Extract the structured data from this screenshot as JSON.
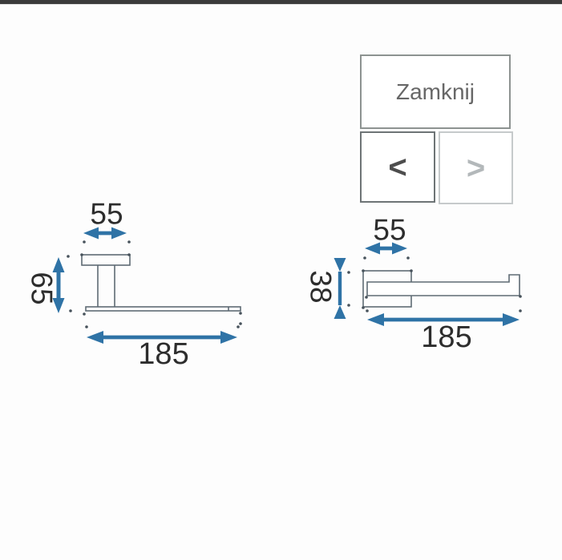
{
  "overlay": {
    "close_button": "Zamknij",
    "prev_button": "<",
    "next_button": ">"
  },
  "drawing": {
    "front_view": {
      "width": "55",
      "height": "65",
      "length": "185"
    },
    "top_view": {
      "width": "55",
      "depth": "38",
      "length": "185"
    }
  },
  "colors": {
    "arrow_blue": "#2f73a6",
    "line_gray": "#5f6b74",
    "dot_gray": "#47525b",
    "text_dark": "#2d2d2d",
    "top_bar": "#3b3b3b"
  }
}
